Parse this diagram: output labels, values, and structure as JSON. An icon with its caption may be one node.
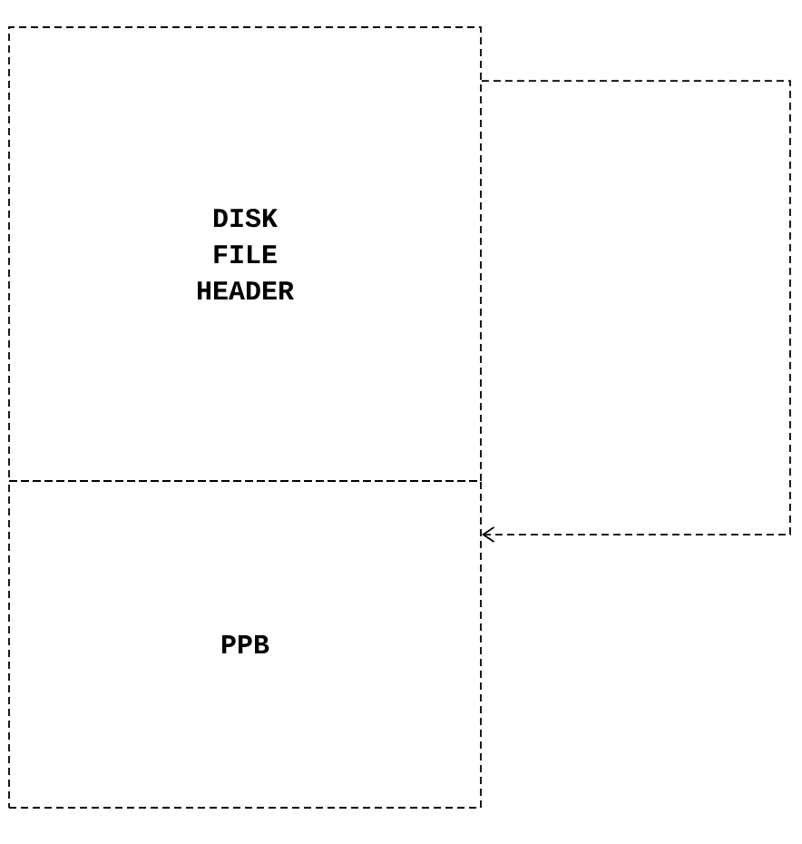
{
  "diagram": {
    "nodes": [
      {
        "text": [
          "DISK FILE HEADER"
        ]
      },
      {
        "text": [
          "PPB"
        ]
      }
    ],
    "edges": [
      {
        "from": 0,
        "to": 1,
        "arrow": "to",
        "style": "dashed"
      }
    ]
  }
}
